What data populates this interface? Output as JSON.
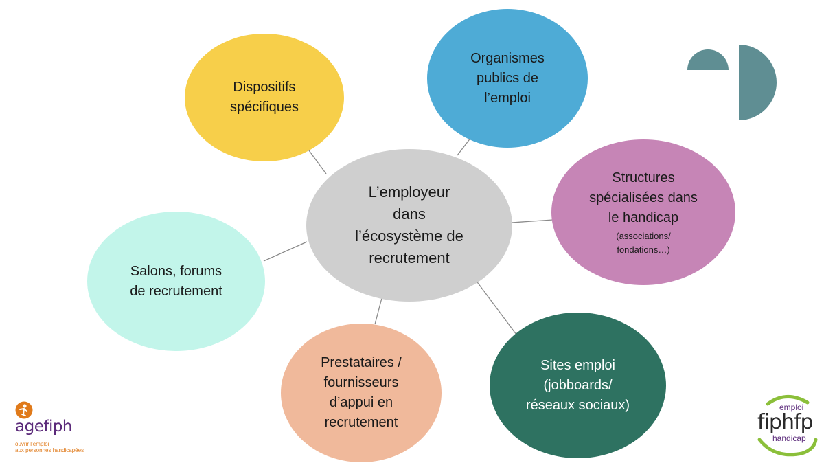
{
  "center": {
    "text": "L’employeur\ndans\nl’écosystème de\nrecrutement",
    "color": "#cfcfcf"
  },
  "nodes": [
    {
      "id": "dispositifs",
      "text": "Dispositifs\nspécifiques",
      "color": "#f7cf4a"
    },
    {
      "id": "organismes",
      "text": "Organismes\npublics de\nl’emploi",
      "color": "#4eabd6"
    },
    {
      "id": "structures",
      "text": "Structures\nspécialisées dans\nle handicap",
      "subtext": "(associations/\nfondations…)",
      "color": "#c685b6"
    },
    {
      "id": "sites",
      "text": "Sites emploi\n(jobboards/\nréseaux sociaux)",
      "color": "#2e7261"
    },
    {
      "id": "prestataires",
      "text": "Prestataires /\nfournisseurs\nd’appui en\nrecrutement",
      "color": "#f0b99b"
    },
    {
      "id": "salons",
      "text": "Salons, forums\nde recrutement",
      "color": "#c2f5ea"
    }
  ],
  "logos": {
    "agefiph": {
      "name": "agefiph",
      "tagline": "ouvrir l’emploi\naux personnes handicapées",
      "icon": "agefiph-person-icon"
    },
    "fiphfp": {
      "top": "emploi",
      "name": "fiphfp",
      "bottom": "handicap",
      "icon": "fiphfp-swoosh-icon"
    },
    "corner": {
      "icon": "half-circles-logo-icon",
      "color": "#5f8e93"
    }
  }
}
